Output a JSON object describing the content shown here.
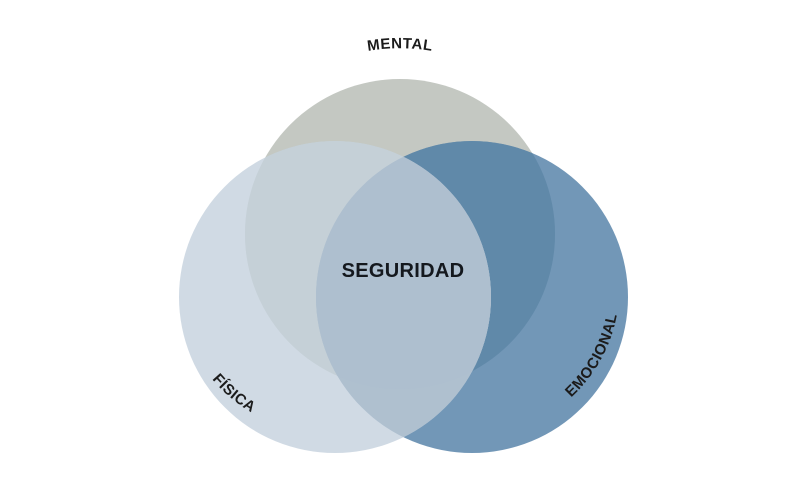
{
  "diagram": {
    "center_label": "SEGURIDAD",
    "sets": [
      {
        "id": "mental",
        "label": "MENTAL",
        "color": "#b7bcb4"
      },
      {
        "id": "fisica",
        "label": "FÍSICA",
        "color": "#c8d4df"
      },
      {
        "id": "emocional",
        "label": "EMOCIONAL",
        "color": "#5f89ad"
      }
    ],
    "overlap_color": "#aebfcf"
  }
}
